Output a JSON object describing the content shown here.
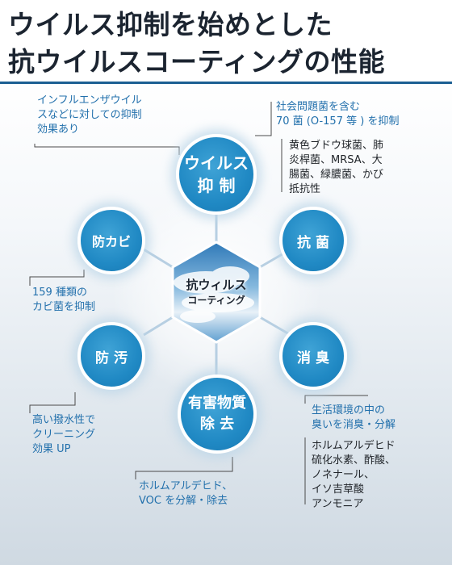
{
  "title": {
    "line1": "ウイルス抑制を始めとした",
    "line2": "抗ウイルスコーティングの性能"
  },
  "center": {
    "line1": "抗ウィルス",
    "line2": "コーティング"
  },
  "nodes": {
    "virus": {
      "line1": "ウイルス",
      "line2": "抑 制"
    },
    "antibacterial": {
      "line1": "抗 菌"
    },
    "deodorize": {
      "line1": "消 臭"
    },
    "removal": {
      "line1": "有害物質",
      "line2": "除 去"
    },
    "antifouling": {
      "line1": "防 汚"
    },
    "antimold": {
      "line1": "防カビ"
    }
  },
  "notes": {
    "virus": [
      "インフルエンザウイル",
      "スなどに対しての抑制",
      "効果あり"
    ],
    "antibacterial_heading": [
      "社会問題菌を含む",
      "70 菌 (O-157 等 ) を抑制"
    ],
    "antibacterial_detail": [
      "黄色ブドウ球菌、肺",
      "炎桿菌、MRSA、大",
      "腸菌、緑膿菌、かび",
      "抵抗性"
    ],
    "antimold": [
      "159 種類の",
      "カビ菌を抑制"
    ],
    "antifouling": [
      "高い撥水性で",
      "クリーニング",
      "効果 UP"
    ],
    "deodorize_heading": [
      "生活環境の中の",
      "臭いを消臭・分解"
    ],
    "deodorize_detail": [
      "ホルムアルデヒド",
      "硫化水素、酢酸、",
      "ノネナール、",
      "イソ吉草酸",
      "アンモニア"
    ],
    "removal": [
      "ホルムアルデヒド、",
      "VOC を分解・除去"
    ]
  },
  "colors": {
    "circle": "#2089c4",
    "title": "#1b2430",
    "rule": "#1b5f92",
    "note_blue": "#2270ac"
  }
}
